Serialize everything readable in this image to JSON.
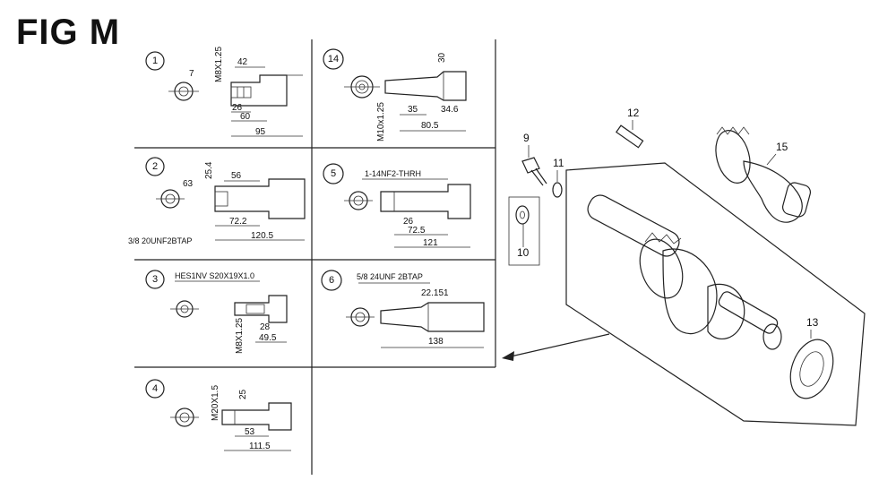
{
  "title": "FIG M",
  "panels": [
    {
      "id": "1",
      "dims": [
        "7",
        "42",
        "M8X1.25",
        "26",
        "60",
        "95"
      ]
    },
    {
      "id": "14",
      "dims": [
        "30",
        "M10x1.25",
        "35",
        "34.6",
        "80.5"
      ]
    },
    {
      "id": "2",
      "dims": [
        "63",
        "25.4",
        "56",
        "72.2",
        "120.5"
      ],
      "note": "3/8 20UNF2BTAP"
    },
    {
      "id": "5",
      "dims": [
        "26",
        "72.5",
        "121"
      ],
      "note": "1-14NF2-THRH"
    },
    {
      "id": "3",
      "dims": [
        "M8X1.25",
        "28",
        "49.5"
      ],
      "note": "HES1NV S20X19X1.0"
    },
    {
      "id": "6",
      "dims": [
        "22.151",
        "138"
      ],
      "note": "5/8 24UNF 2BTAP"
    },
    {
      "id": "4",
      "dims": [
        "M20X1.5",
        "25",
        "53",
        "111.5"
      ]
    }
  ],
  "callouts": [
    "9",
    "10",
    "11",
    "12",
    "13",
    "15"
  ]
}
